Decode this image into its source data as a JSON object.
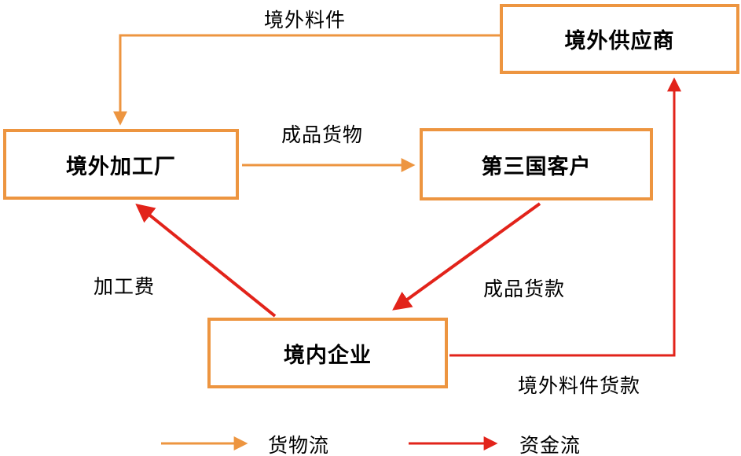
{
  "colors": {
    "goods": "#ED9540",
    "funds": "#E2231A",
    "text": "#000000",
    "background": "#FFFFFF"
  },
  "nodes": {
    "overseas_supplier": {
      "label": "境外供应商"
    },
    "overseas_factory": {
      "label": "境外加工厂"
    },
    "third_country_customer": {
      "label": "第三国客户"
    },
    "domestic_enterprise": {
      "label": "境内企业"
    }
  },
  "edges": {
    "overseas_materials": {
      "label": "境外料件",
      "from": "overseas_supplier",
      "to": "overseas_factory",
      "flow": "goods"
    },
    "finished_goods": {
      "label": "成品货物",
      "from": "overseas_factory",
      "to": "third_country_customer",
      "flow": "goods"
    },
    "finished_goods_payment": {
      "label": "成品货款",
      "from": "third_country_customer",
      "to": "domestic_enterprise",
      "flow": "funds"
    },
    "processing_fee": {
      "label": "加工费",
      "from": "domestic_enterprise",
      "to": "overseas_factory",
      "flow": "funds"
    },
    "overseas_materials_payment": {
      "label": "境外料件货款",
      "from": "domestic_enterprise",
      "to": "overseas_supplier",
      "flow": "funds"
    }
  },
  "legend": {
    "goods_flow": {
      "label": "货物流"
    },
    "funds_flow": {
      "label": "资金流"
    }
  }
}
